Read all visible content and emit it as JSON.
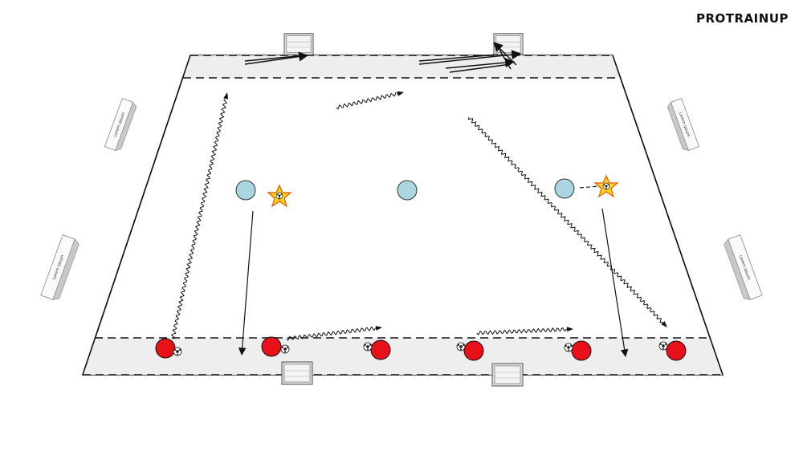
{
  "brand": {
    "name": "PROTRAINUP"
  },
  "colors": {
    "attacker": "#e8111a",
    "defender": "#a9d6e0",
    "server": "#ffd21f",
    "zone": "#eeeeee",
    "line": "#111111"
  },
  "players": {
    "red_count": 6,
    "blue_count": 3,
    "servers_count": 2
  },
  "equipment": {
    "mini_goals": 4,
    "ad_boards": 4,
    "ball_icon": "football-icon",
    "server_icon": "star-icon",
    "goal_icon": "mini-goal-icon"
  }
}
